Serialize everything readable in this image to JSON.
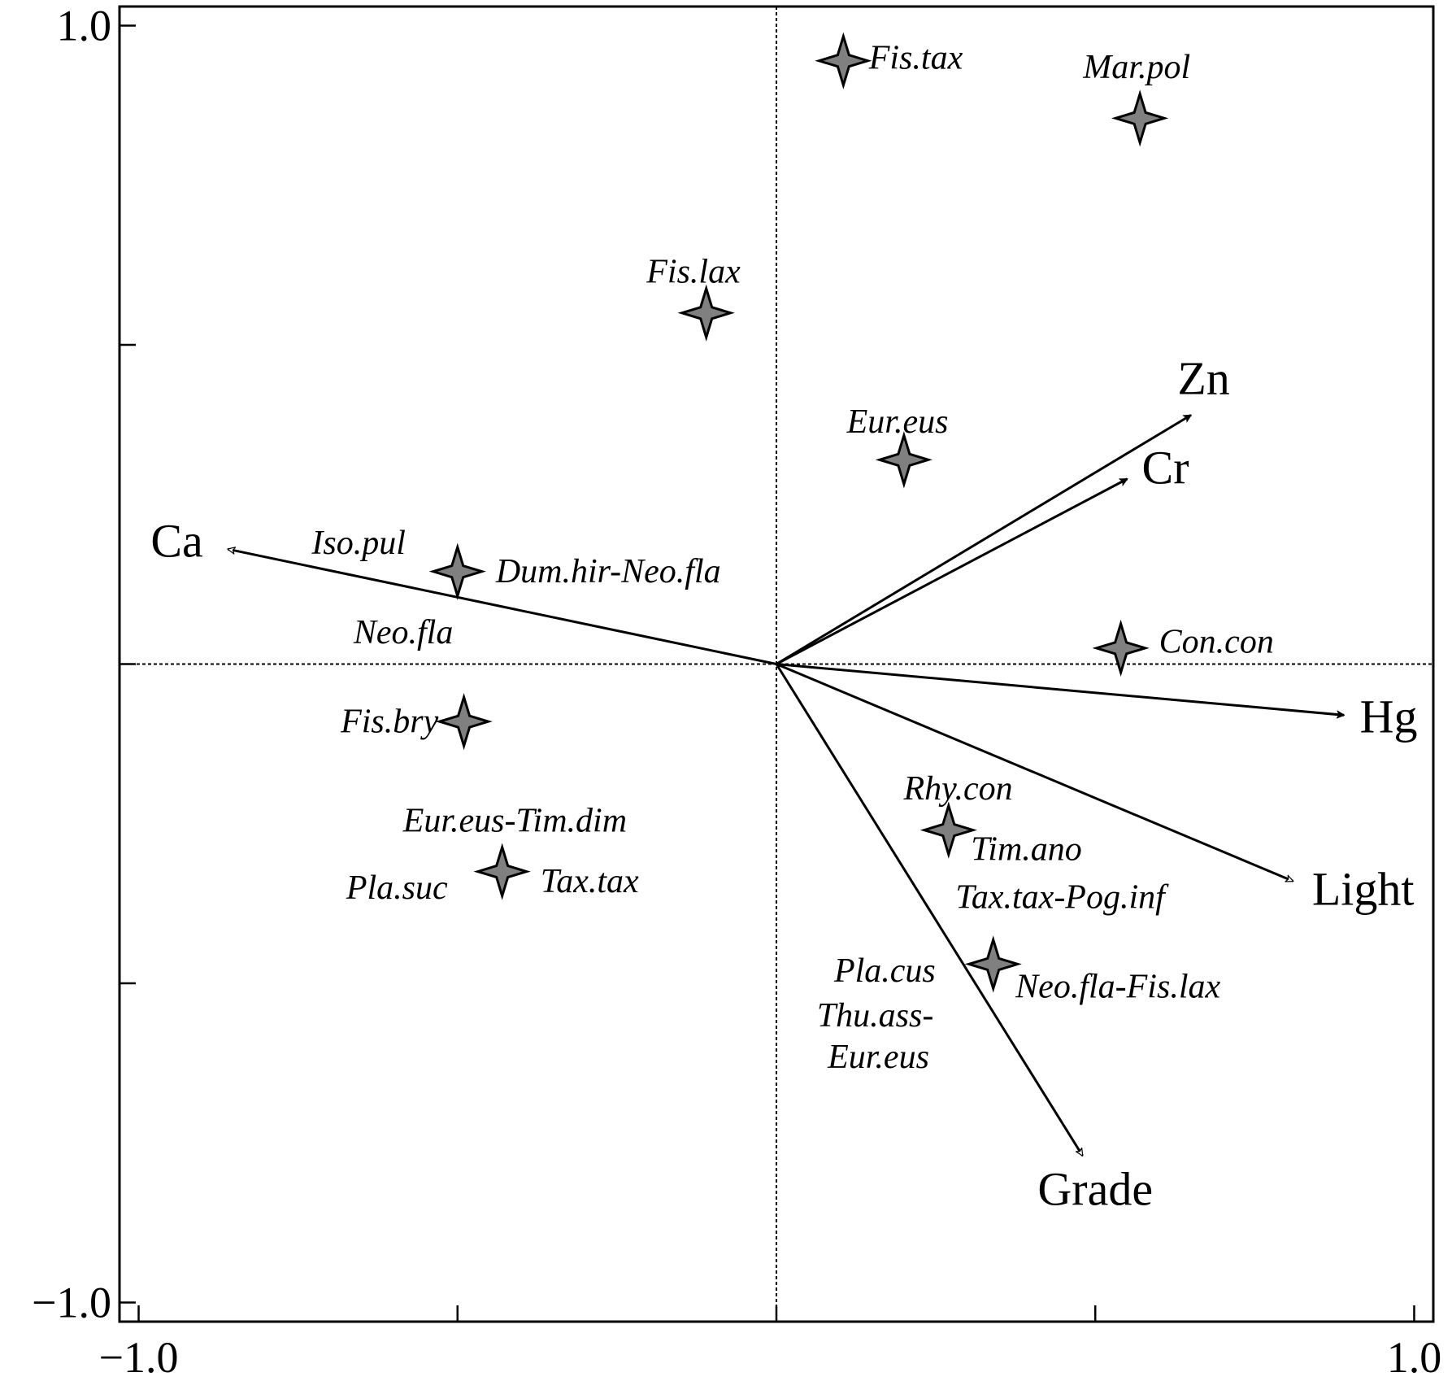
{
  "chart_data": {
    "type": "scatter",
    "title": "",
    "xlabel": "",
    "ylabel": "",
    "xlim": [
      -1.03,
      1.03
    ],
    "ylim": [
      -1.03,
      1.03
    ],
    "xticks": [
      -1.0,
      -0.5,
      0.0,
      0.5,
      1.0
    ],
    "yticks": [
      -1.0,
      -0.5,
      0.0,
      0.5,
      1.0
    ],
    "tick_labels": {
      "x_min": "−1.0",
      "x_max": "1.0",
      "y_min": "−1.0",
      "y_max": "1.0"
    },
    "colors": {
      "marker_fill": "#808080",
      "stroke": "#000000"
    },
    "vectors": [
      {
        "name": "Ca",
        "x": -0.86,
        "y": 0.18,
        "head": "open",
        "label_x": -0.94,
        "label_y": 0.185
      },
      {
        "name": "Zn",
        "x": 0.65,
        "y": 0.39,
        "head": "filled",
        "label_x": 0.67,
        "label_y": 0.44
      },
      {
        "name": "Cr",
        "x": 0.55,
        "y": 0.29,
        "head": "filled",
        "label_x": 0.61,
        "label_y": 0.3
      },
      {
        "name": "Hg",
        "x": 0.89,
        "y": -0.08,
        "head": "filled",
        "label_x": 0.96,
        "label_y": -0.09
      },
      {
        "name": "Light",
        "x": 0.81,
        "y": -0.34,
        "head": "open",
        "label_x": 0.92,
        "label_y": -0.36
      },
      {
        "name": "Grade",
        "x": 0.48,
        "y": -0.77,
        "head": "open",
        "label_x": 0.5,
        "label_y": -0.83
      }
    ],
    "species": [
      {
        "name": "Fis.tax",
        "x": 0.105,
        "y": 0.945
      },
      {
        "name": "Mar.pol",
        "x": 0.57,
        "y": 0.855
      },
      {
        "name": "Fis.lax",
        "x": -0.11,
        "y": 0.55
      },
      {
        "name": "Eur.eus",
        "x": 0.2,
        "y": 0.32
      },
      {
        "name": "Con.con",
        "x": 0.54,
        "y": 0.025
      },
      {
        "name": "Iso.pul / Dum.hir-Neo.fla / Neo.fla",
        "x": -0.5,
        "y": 0.145
      },
      {
        "name": "Fis.bry",
        "x": -0.49,
        "y": -0.09
      },
      {
        "name": "Eur.eus-Tim.dim / Pla.suc / Tax.tax",
        "x": -0.43,
        "y": -0.325
      },
      {
        "name": "Rhy.con / Tim.ano / Tax.tax-Pog.inf",
        "x": 0.27,
        "y": -0.26
      },
      {
        "name": "Pla.cus / Thu.ass-Eur.eus / Neo.fla-Fis.lax",
        "x": 0.34,
        "y": -0.47
      }
    ],
    "species_labels": [
      {
        "text": "Fis.tax",
        "x": 0.145,
        "y": 0.945,
        "anchor": "start"
      },
      {
        "text": "Mar.pol",
        "x": 0.565,
        "y": 0.93,
        "anchor": "middle"
      },
      {
        "text": "Fis.lax",
        "x": -0.13,
        "y": 0.61,
        "anchor": "middle"
      },
      {
        "text": "Eur.eus",
        "x": 0.19,
        "y": 0.375,
        "anchor": "middle"
      },
      {
        "text": "Con.con",
        "x": 0.6,
        "y": 0.03,
        "anchor": "start"
      },
      {
        "text": "Iso.pul",
        "x": -0.655,
        "y": 0.185,
        "anchor": "middle"
      },
      {
        "text": "Dum.hir-Neo.fla",
        "x": -0.44,
        "y": 0.14,
        "anchor": "start"
      },
      {
        "text": "Neo.fla",
        "x": -0.585,
        "y": 0.045,
        "anchor": "middle"
      },
      {
        "text": "Fis.bry",
        "x": -0.53,
        "y": -0.095,
        "anchor": "end"
      },
      {
        "text": "Eur.eus-Tim.dim",
        "x": -0.41,
        "y": -0.25,
        "anchor": "middle"
      },
      {
        "text": "Pla.suc",
        "x": -0.595,
        "y": -0.355,
        "anchor": "middle"
      },
      {
        "text": "Tax.tax",
        "x": -0.37,
        "y": -0.345,
        "anchor": "start"
      },
      {
        "text": "Rhy.con",
        "x": 0.285,
        "y": -0.2,
        "anchor": "middle"
      },
      {
        "text": "Tim.ano",
        "x": 0.305,
        "y": -0.295,
        "anchor": "start"
      },
      {
        "text": "Tax.tax-Pog.inf",
        "x": 0.445,
        "y": -0.37,
        "anchor": "middle"
      },
      {
        "text": "Pla.cus",
        "x": 0.17,
        "y": -0.485,
        "anchor": "middle"
      },
      {
        "text": "Thu.ass-",
        "x": 0.155,
        "y": -0.555,
        "anchor": "middle"
      },
      {
        "text": "Eur.eus",
        "x": 0.16,
        "y": -0.62,
        "anchor": "middle"
      },
      {
        "text": "Neo.fla-Fis.lax",
        "x": 0.375,
        "y": -0.51,
        "anchor": "start"
      }
    ]
  }
}
